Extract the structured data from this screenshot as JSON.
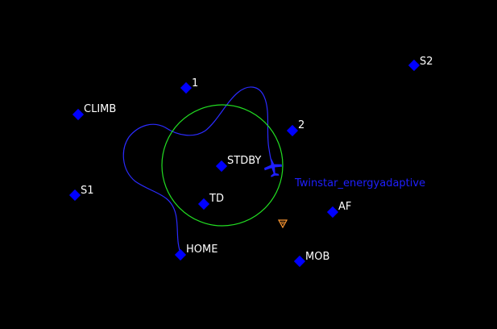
{
  "colors": {
    "background": "#000000",
    "waypoint": "#0000ff",
    "waypoint_label": "#ffffff",
    "flight_track": "#2b2bff",
    "standby_circle": "#22dd22",
    "aircraft": "#1f1fff",
    "aircraft_label": "#1f1fff",
    "target_marker": "#ff9933"
  },
  "waypoints": [
    {
      "id": "S2",
      "label": "S2"
    },
    {
      "id": "1",
      "label": "1"
    },
    {
      "id": "CLIMB",
      "label": "CLIMB"
    },
    {
      "id": "2",
      "label": "2"
    },
    {
      "id": "STDBY",
      "label": "STDBY"
    },
    {
      "id": "S1",
      "label": "S1"
    },
    {
      "id": "TD",
      "label": "TD"
    },
    {
      "id": "AF",
      "label": "AF"
    },
    {
      "id": "HOME",
      "label": "HOME"
    },
    {
      "id": "MOB",
      "label": "MOB"
    }
  ],
  "aircraft": {
    "name": "Twinstar_energyadaptive",
    "icon": "aircraft-icon"
  },
  "target": {
    "icon": "target-triangle-icon"
  }
}
